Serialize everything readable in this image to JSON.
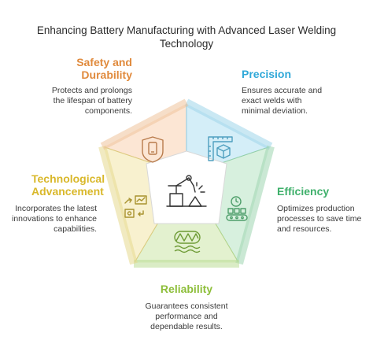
{
  "title": [
    "Enhancing Battery Manufacturing with Advanced Laser Welding",
    "Technology"
  ],
  "sections": {
    "safety": {
      "heading": [
        "Safety and",
        "Durability"
      ],
      "description": [
        "Protects and prolongs",
        "the lifespan of battery",
        "components."
      ],
      "color": "#E08A3C",
      "icon": "phone-shield-icon"
    },
    "precision": {
      "heading": [
        "Precision"
      ],
      "description": [
        "Ensures accurate and",
        "exact welds with",
        "minimal deviation."
      ],
      "color": "#2FA8D8",
      "icon": "ruler-cube-icon"
    },
    "efficiency": {
      "heading": [
        "Efficiency"
      ],
      "description": [
        "Optimizes production",
        "processes to save time",
        "and resources."
      ],
      "color": "#3FB06B",
      "icon": "conveyor-clock-icon"
    },
    "reliability": {
      "heading": [
        "Reliability"
      ],
      "description": [
        "Guarantees consistent",
        "performance and",
        "dependable results."
      ],
      "color": "#8DBE3A",
      "icon": "wave-signal-icon"
    },
    "technology": {
      "heading": [
        "Technological",
        "Advancement"
      ],
      "description": [
        "Incorporates the latest",
        "innovations to enhance",
        "capabilities."
      ],
      "color": "#D9B82B",
      "icon": "innovation-icon"
    }
  },
  "center_icon": "robot-laser-welder-icon"
}
